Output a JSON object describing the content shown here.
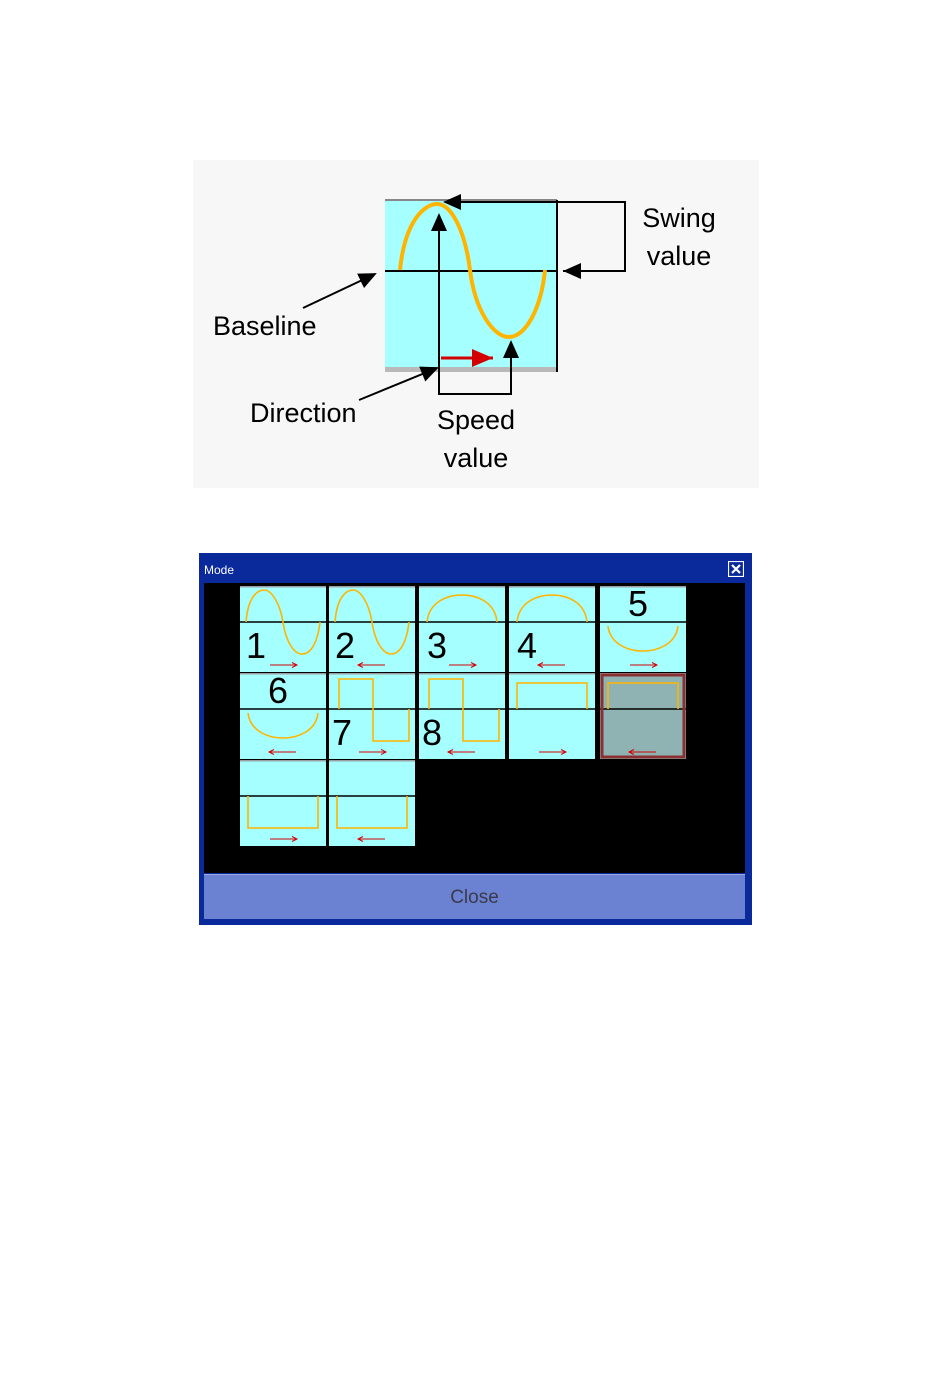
{
  "diagram": {
    "labels": {
      "swing": [
        "Swing",
        "value"
      ],
      "baseline": "Baseline",
      "direction": "Direction",
      "speed": [
        "Speed",
        "value"
      ]
    },
    "colors": {
      "panel": "#a6ffff",
      "wave": "#ffb400",
      "direction_arrow": "#d40000"
    }
  },
  "dialog": {
    "title": "Mode",
    "close_icon": "close-x-icon",
    "close_label": "Close",
    "tiles": [
      {
        "number": "1",
        "shape": "sine-full",
        "direction": "right"
      },
      {
        "number": "2",
        "shape": "sine-full",
        "direction": "left"
      },
      {
        "number": "3",
        "shape": "arc-top",
        "direction": "right"
      },
      {
        "number": "4",
        "shape": "arc-top",
        "direction": "left"
      },
      {
        "number": "5",
        "shape": "arc-bottom",
        "direction": "right"
      },
      {
        "number": "6",
        "shape": "arc-bottom",
        "direction": "left"
      },
      {
        "number": "7",
        "shape": "square-wave",
        "direction": "right"
      },
      {
        "number": "8",
        "shape": "square-wave",
        "direction": "left"
      },
      {
        "number": "",
        "shape": "rect-top",
        "direction": "right"
      },
      {
        "number": "",
        "shape": "rect-top",
        "direction": "left",
        "selected": true
      },
      {
        "number": "",
        "shape": "rect-bottom",
        "direction": "right"
      },
      {
        "number": "",
        "shape": "rect-bottom",
        "direction": "left"
      }
    ],
    "colors": {
      "window": "#0a2a9c",
      "button": "#6b82d2",
      "tile": "#a6ffff",
      "selected_tile": "#8fb3b3"
    }
  }
}
